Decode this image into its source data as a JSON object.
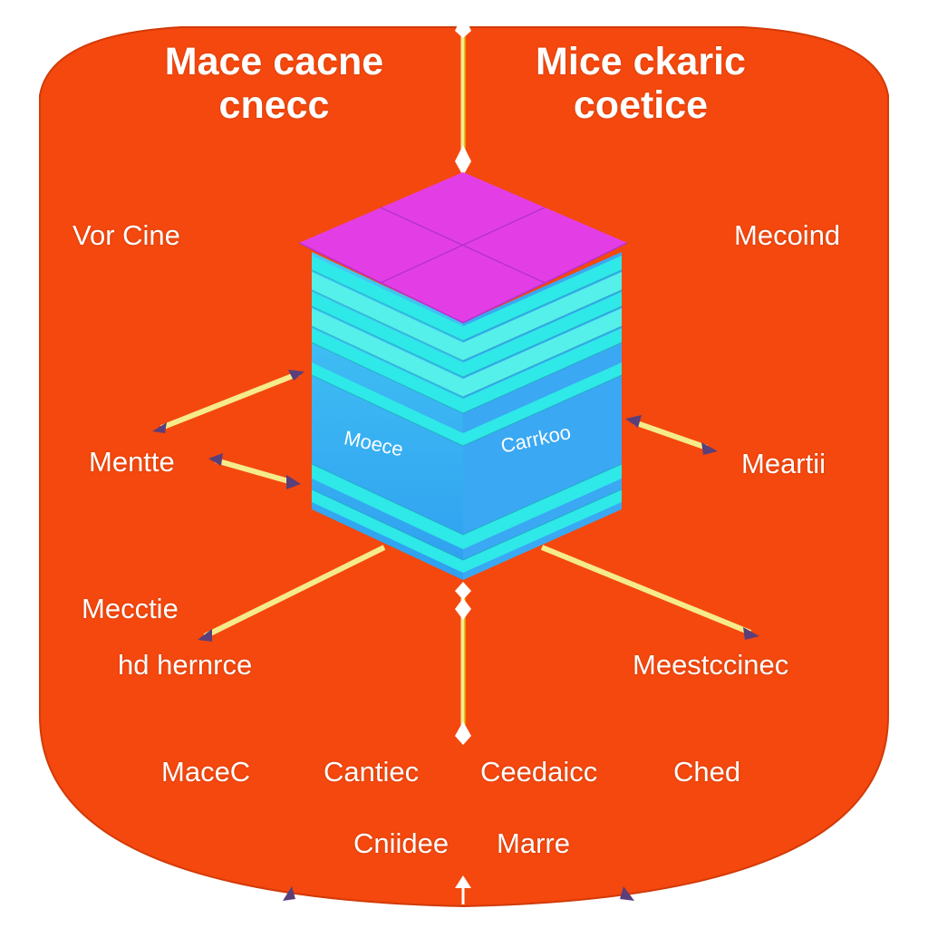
{
  "colors": {
    "background_shape": "#f4480e",
    "shape_outline": "#d23a08",
    "cube_top": "#e33ee6",
    "cube_front": "#39aef0",
    "cube_stripe": "#2fe8e8",
    "connector": "#f5eb8a",
    "arrow_head": "#5a3f7a",
    "text": "#ffffff"
  },
  "titles": {
    "left_line1": "Mace cacne",
    "left_line2": "cnecc",
    "right_line1": "Mice ckaric",
    "right_line2": "coetice"
  },
  "side_labels": {
    "vor_cine": "Vor Cine",
    "mecoind": "Mecoind",
    "mentte": "Mentte",
    "meartii": "Meartii",
    "mecctie": "Mecctie",
    "hd_hernrce": "hd hernrce",
    "meestccinec": "Meestccinec"
  },
  "cube": {
    "left_face_label": "Moece",
    "right_face_label": "Carrkoo"
  },
  "bottom_labels": {
    "row1": [
      "MaceC",
      "Cantiec",
      "Ceedaicc",
      "Ched"
    ],
    "row2": [
      "Cniidee",
      "Marre"
    ]
  }
}
